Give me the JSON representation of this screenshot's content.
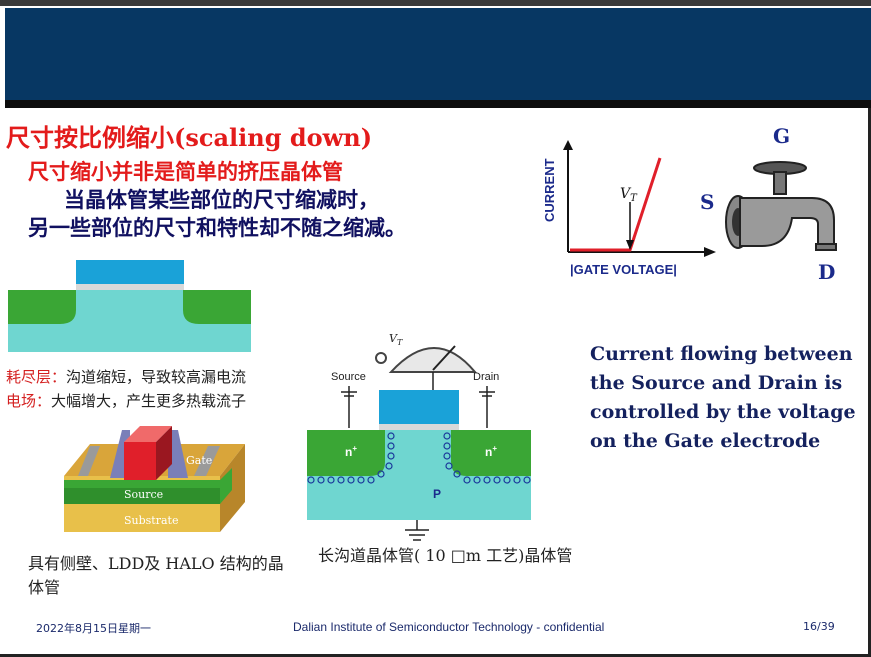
{
  "slide": {
    "title": "尺寸按比例缩小(scaling down)",
    "subtitle_red": "尺寸缩小并非是简单的挤压晶体管",
    "subtitle_line2": "当晶体管某些部位的尺寸缩减时，",
    "subtitle_line3": "另一些部位的尺寸和特性却不随之缩减。",
    "depletion_label": "耗尽层：",
    "depletion_text": "沟道缩短，导致较高漏电流",
    "field_label": "电场：",
    "field_text": "大幅增大，产生更多热载流子",
    "caption_3d": "具有侧壁、LDD及 HALO 结构的晶体管",
    "caption_long_channel": "长沟道晶体管( 10 □m 工艺)晶体管",
    "explanation": "Current flowing between the Source and Drain is controlled by the voltage on the Gate electrode",
    "faucet_labels": {
      "g": "G",
      "s": "S",
      "d": "D"
    }
  },
  "iv_chart": {
    "ylabel": "CURRENT",
    "xlabel": "|GATE VOLTAGE|",
    "threshold_label": "V",
    "threshold_sub": "T"
  },
  "device_3d": {
    "gate_label": "Gate",
    "source_label": "Source",
    "substrate_label": "Substrate"
  },
  "cross_section": {
    "vt_label": "V",
    "vt_sub": "T",
    "source_label": "Source",
    "drain_label": "Drain",
    "n_left": "n",
    "n_right": "n",
    "p_label": "P"
  },
  "footer": {
    "date": "2022年8月15日星期一",
    "center": "Dalian Institute of Semiconductor Technology - confidential",
    "page": "16/39"
  },
  "colors": {
    "banner": "#073763",
    "title_red": "#e31b1b",
    "navy_text": "#14215e",
    "device_green": "#3aa635",
    "device_cyan": "#6fd6d0",
    "gate_blue": "#1aa2d8"
  }
}
